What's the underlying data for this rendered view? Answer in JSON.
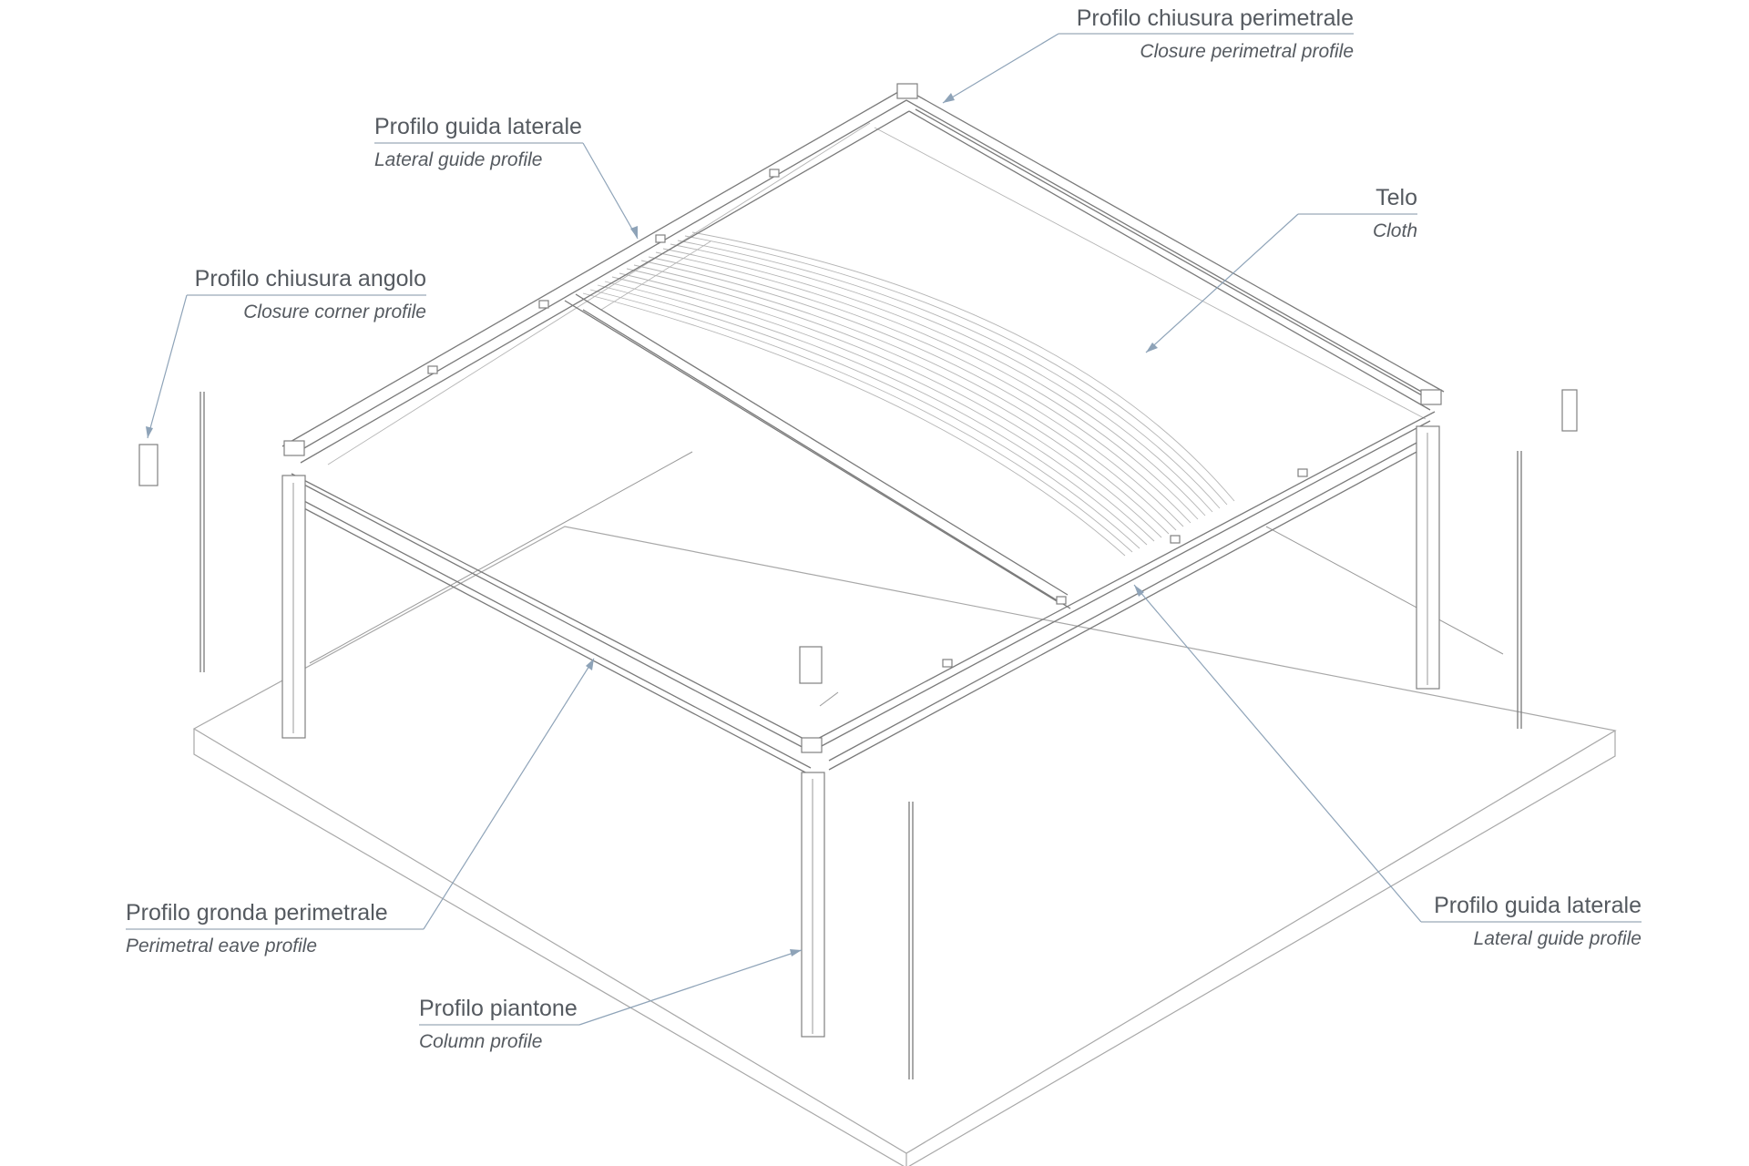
{
  "labels": {
    "closure_perimetral": {
      "it": "Profilo chiusura perimetrale",
      "en": "Closure perimetral profile"
    },
    "lateral_guide_top": {
      "it": "Profilo guida laterale",
      "en": "Lateral guide profile"
    },
    "cloth": {
      "it": "Telo",
      "en": "Cloth"
    },
    "closure_corner": {
      "it": "Profilo chiusura angolo",
      "en": "Closure corner profile"
    },
    "perimetral_eave": {
      "it": "Profilo gronda perimetrale",
      "en": "Perimetral eave profile"
    },
    "column": {
      "it": "Profilo piantone",
      "en": "Column profile"
    },
    "lateral_guide_right": {
      "it": "Profilo guida laterale",
      "en": "Lateral guide profile"
    }
  },
  "colors": {
    "label_text": "#555a60",
    "leader_line": "#8ea3b8",
    "structure_line": "#7a7a7a",
    "background": "#ffffff"
  }
}
